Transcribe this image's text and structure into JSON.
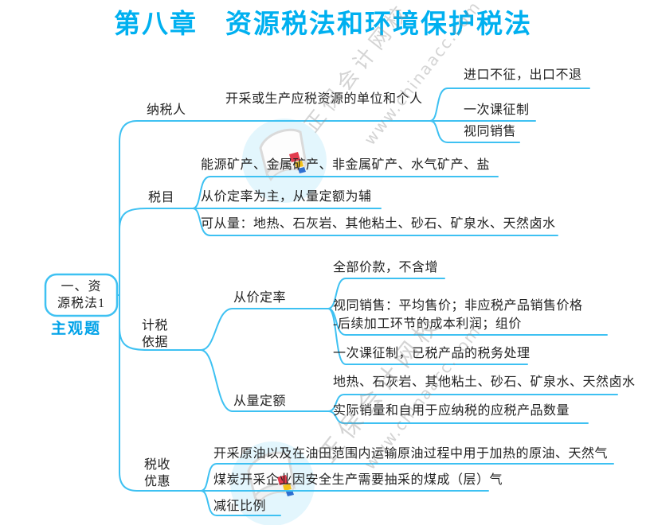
{
  "title": "第八章　资源税法和环境保护税法",
  "watermark": {
    "brand": "正保会计网校",
    "url": "www.chinaacc.com"
  },
  "colors": {
    "title": "#00b0f0",
    "line": "#3ec1f2",
    "badge": "#00a2e8",
    "text": "#222222"
  },
  "mindmap": {
    "root": {
      "label": "一、资\n源税法1",
      "badge": "主观题"
    },
    "taxpayer": {
      "label": "纳税人",
      "definition": "开采或生产应税资源的单位和个人",
      "children": {
        "c1": "进口不征，出口不退",
        "c2": "一次课征制",
        "c3": "视同销售"
      }
    },
    "tax_items": {
      "label": "税目",
      "children": {
        "c1": "能源矿产、金属矿产、非金属矿产、水气矿产、盐",
        "c2": "从价定率为主，从量定额为辅",
        "c3": "可从量：地热、石灰岩、其他粘土、砂石、矿泉水、天然卤水"
      }
    },
    "tax_basis": {
      "label": "计税\n依据",
      "ad_valorem": {
        "label": "从价定率",
        "children": {
          "c1": "全部价款，不含增",
          "c2": "视同销售：平均售价；非应税产品销售价格\n-后续加工环节的成本利润；组价",
          "c3": "一次课征制，已税产品的税务处理"
        }
      },
      "specific": {
        "label": "从量定额",
        "children": {
          "c1": "地热、石灰岩、其他粘土、砂石、矿泉水、天然卤水",
          "c2": "实际销量和自用于应纳税的应税产品数量"
        }
      }
    },
    "tax_incentives": {
      "label": "税收\n优惠",
      "children": {
        "c1": "开采原油以及在油田范围内运输原油过程中用于加热的原油、天然气",
        "c2": "煤炭开采企业因安全生产需要抽采的煤成（层）气",
        "c3": "减征比例"
      }
    }
  }
}
